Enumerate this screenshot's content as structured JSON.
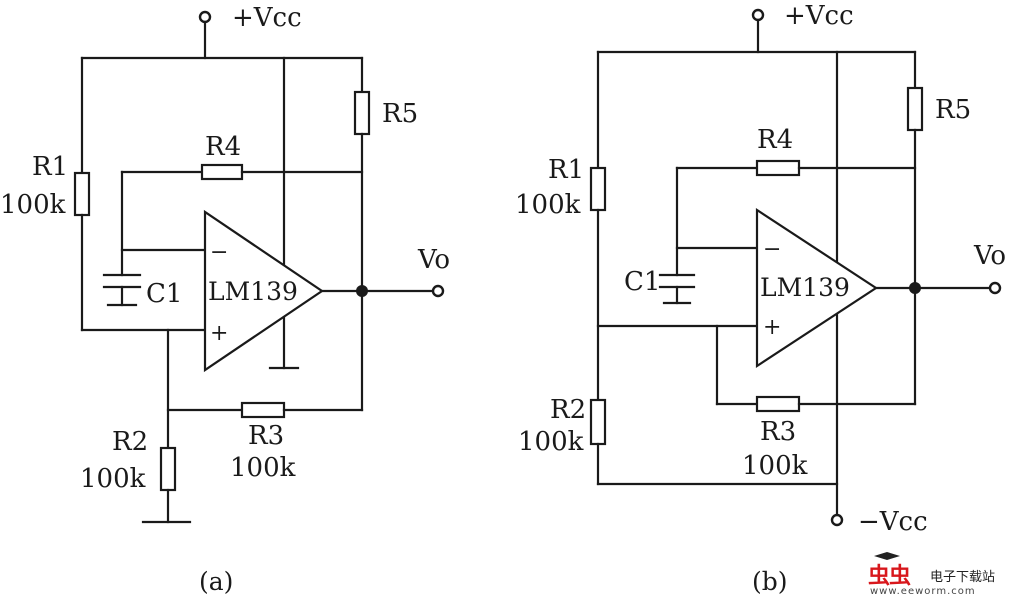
{
  "diagram_a": {
    "vcc": "+Vcc",
    "opamp": "LM139",
    "in_minus": "−",
    "in_plus": "+",
    "r1": "R1",
    "r1_value": "100k",
    "r2": "R2",
    "r2_value": "100k",
    "r3": "R3",
    "r3_value": "100k",
    "r4": "R4",
    "r5": "R5",
    "c1": "C1",
    "output": "Vo",
    "caption": "(a)"
  },
  "diagram_b": {
    "vcc_pos": "+Vcc",
    "vcc_neg": "−Vcc",
    "opamp": "LM139",
    "in_minus": "−",
    "in_plus": "+",
    "r1": "R1",
    "r1_value": "100k",
    "r2": "R2",
    "r2_value": "100k",
    "r3": "R3",
    "r3_value": "100k",
    "r4": "R4",
    "r5": "R5",
    "c1": "C1",
    "output": "Vo",
    "caption": "(b)"
  },
  "watermark": {
    "brand": "虫虫",
    "title": "电子下载站",
    "url": "www.eeworm.com"
  }
}
